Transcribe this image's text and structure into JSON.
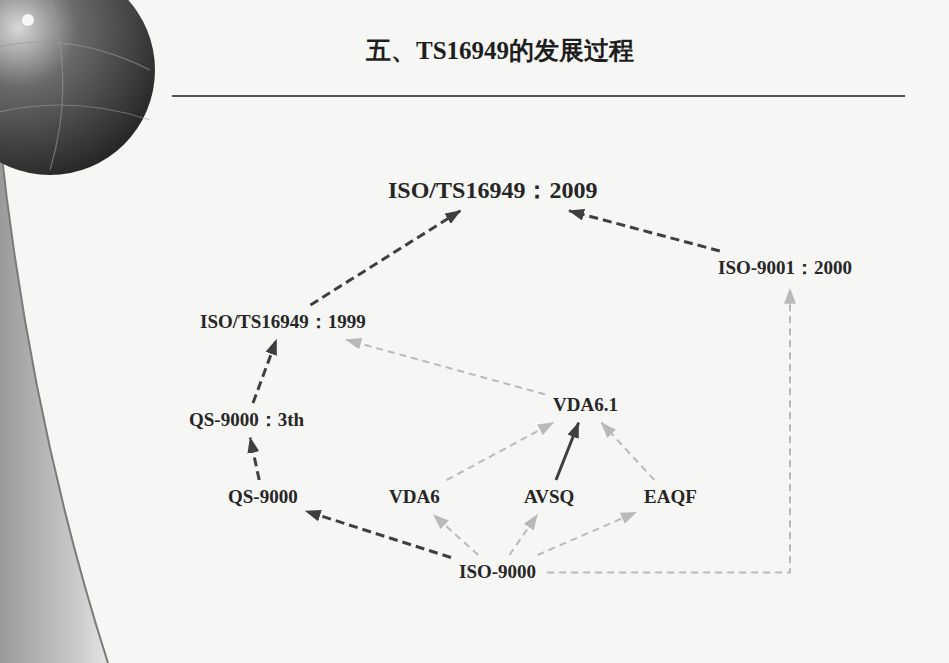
{
  "diagram": {
    "title": "五、TS16949的发展过程",
    "nodes": [
      {
        "text": [
          "ISO/TS16949：2009"
        ]
      },
      {
        "text": [
          "ISO-9001：2000"
        ]
      },
      {
        "text": [
          "ISO/TS16949：1999"
        ]
      },
      {
        "text": [
          "VDA6.1"
        ]
      },
      {
        "text": [
          "QS-9000：3th"
        ]
      },
      {
        "text": [
          "QS-9000"
        ]
      },
      {
        "text": [
          "VDA6"
        ]
      },
      {
        "text": [
          "AVSQ"
        ]
      },
      {
        "text": [
          "EAQF"
        ]
      },
      {
        "text": [
          "ISO-9000"
        ]
      }
    ],
    "edges": [
      {
        "from": 9,
        "to": 5,
        "arrow": "to"
      },
      {
        "from": 9,
        "to": 6,
        "arrow": "to"
      },
      {
        "from": 9,
        "to": 7,
        "arrow": "to"
      },
      {
        "from": 9,
        "to": 8,
        "arrow": "to"
      },
      {
        "from": 9,
        "to": 1,
        "arrow": "to"
      },
      {
        "from": 5,
        "to": 4,
        "arrow": "to"
      },
      {
        "from": 4,
        "to": 2,
        "arrow": "to"
      },
      {
        "from": 2,
        "to": 0,
        "arrow": "to"
      },
      {
        "from": 1,
        "to": 0,
        "arrow": "to"
      },
      {
        "from": 6,
        "to": 3,
        "arrow": "to"
      },
      {
        "from": 7,
        "to": 3,
        "arrow": "to"
      },
      {
        "from": 8,
        "to": 3,
        "arrow": "to"
      },
      {
        "from": 3,
        "to": 2,
        "arrow": "to"
      }
    ]
  }
}
